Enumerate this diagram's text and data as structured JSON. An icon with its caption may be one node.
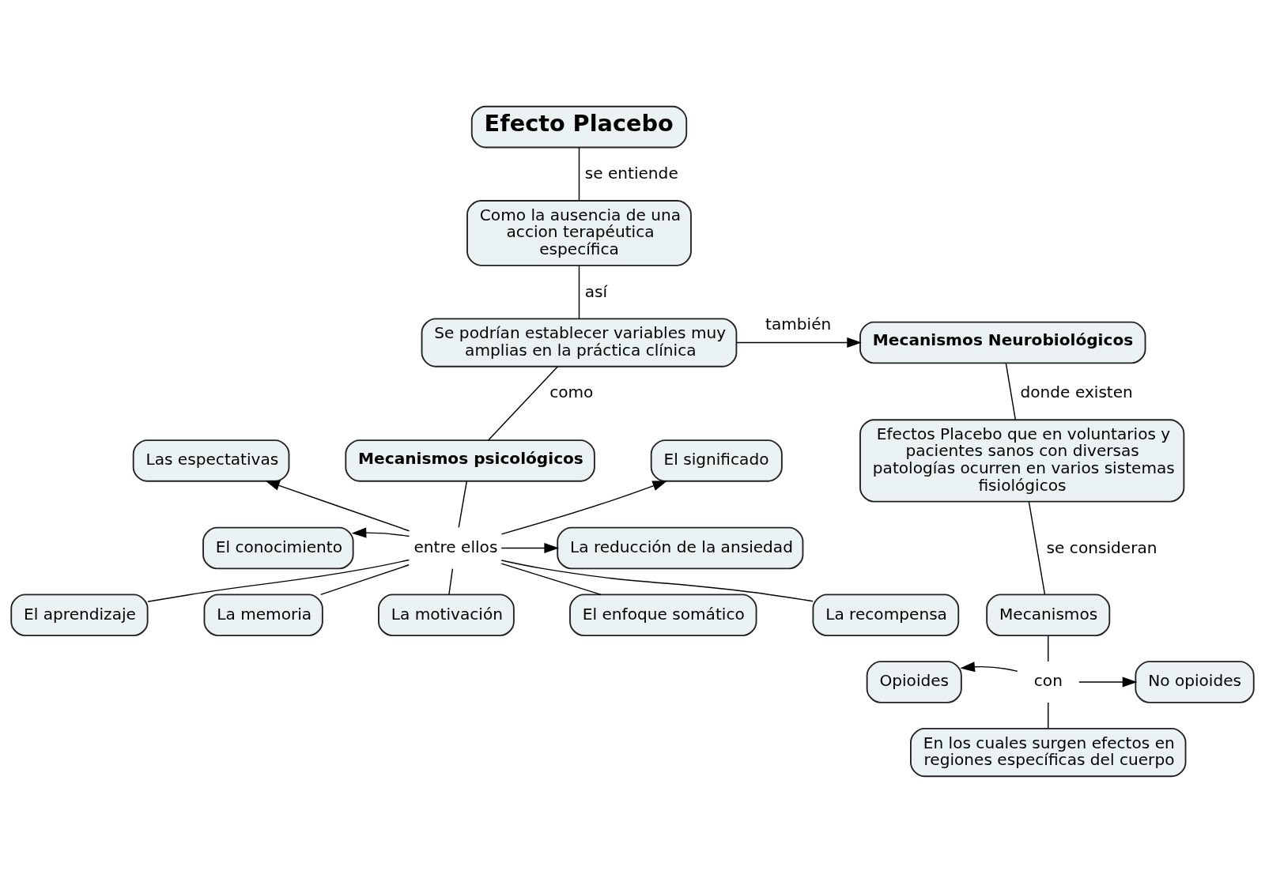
{
  "diagram": {
    "nodes": [
      {
        "text": [
          "Efecto Placebo"
        ]
      },
      {
        "text": [
          "Como la ausencia de una accion terapéutica específica"
        ]
      },
      {
        "text": [
          "Se podrían establecer variables muy amplias en la práctica clínica"
        ]
      },
      {
        "text": [
          "Mecanismos Neurobiológicos"
        ]
      },
      {
        "text": [
          "Mecanismos psicológicos"
        ]
      },
      {
        "text": [
          "Las espectativas"
        ]
      },
      {
        "text": [
          "El significado"
        ]
      },
      {
        "text": [
          "El conocimiento"
        ]
      },
      {
        "text": [
          "entre ellos"
        ]
      },
      {
        "text": [
          "La reducción de la ansiedad"
        ]
      },
      {
        "text": [
          "El aprendizaje"
        ]
      },
      {
        "text": [
          "La recompensa"
        ]
      },
      {
        "text": [
          "La memoria"
        ]
      },
      {
        "text": [
          "El enfoque somático"
        ]
      },
      {
        "text": [
          "La motivación"
        ]
      },
      {
        "text": [
          "Efectos Placebo que en voluntarios y pacientes sanos con diversas patologías ocurren en varios sistemas fisiológicos"
        ]
      },
      {
        "text": [
          "Mecanismos"
        ]
      },
      {
        "text": [
          "Opioides"
        ]
      },
      {
        "text": [
          "con"
        ]
      },
      {
        "text": [
          "No opioides"
        ]
      },
      {
        "text": [
          "En los cuales surgen efectos en regiones específicas del cuerpo"
        ]
      }
    ],
    "edges": [
      {
        "from": 0,
        "to": 1,
        "arrow": "none",
        "label": "se entiende"
      },
      {
        "from": 1,
        "to": 2,
        "arrow": "none",
        "label": "así"
      },
      {
        "from": 2,
        "to": 3,
        "arrow": "to",
        "label": "también"
      },
      {
        "from": 2,
        "to": 4,
        "arrow": "none",
        "label": "como"
      },
      {
        "from": 4,
        "to": 8,
        "arrow": "none"
      },
      {
        "from": 8,
        "to": 5,
        "arrow": "to"
      },
      {
        "from": 8,
        "to": 6,
        "arrow": "to"
      },
      {
        "from": 8,
        "to": 7,
        "arrow": "to"
      },
      {
        "from": 8,
        "to": 9,
        "arrow": "to"
      },
      {
        "from": 8,
        "to": 10,
        "arrow": "none"
      },
      {
        "from": 8,
        "to": 11,
        "arrow": "none"
      },
      {
        "from": 8,
        "to": 12,
        "arrow": "none"
      },
      {
        "from": 8,
        "to": 13,
        "arrow": "none"
      },
      {
        "from": 8,
        "to": 14,
        "arrow": "none"
      },
      {
        "from": 3,
        "to": 15,
        "arrow": "none",
        "label": "donde existen"
      },
      {
        "from": 15,
        "to": 16,
        "arrow": "none",
        "label": "se consideran"
      },
      {
        "from": 16,
        "to": 18,
        "arrow": "none"
      },
      {
        "from": 18,
        "to": 17,
        "arrow": "to"
      },
      {
        "from": 18,
        "to": 19,
        "arrow": "to"
      },
      {
        "from": 18,
        "to": 20,
        "arrow": "none"
      }
    ]
  }
}
